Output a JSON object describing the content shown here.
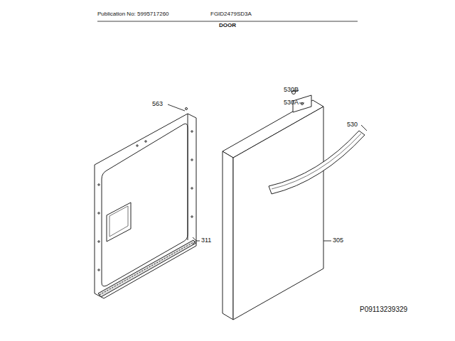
{
  "diagram": {
    "title": "DOOR",
    "labels": [
      "Publication No: 5995717260",
      "FGID2479SD3A",
      "563",
      "530B",
      "530A",
      "530",
      "311",
      "305",
      "P09113239329"
    ]
  }
}
